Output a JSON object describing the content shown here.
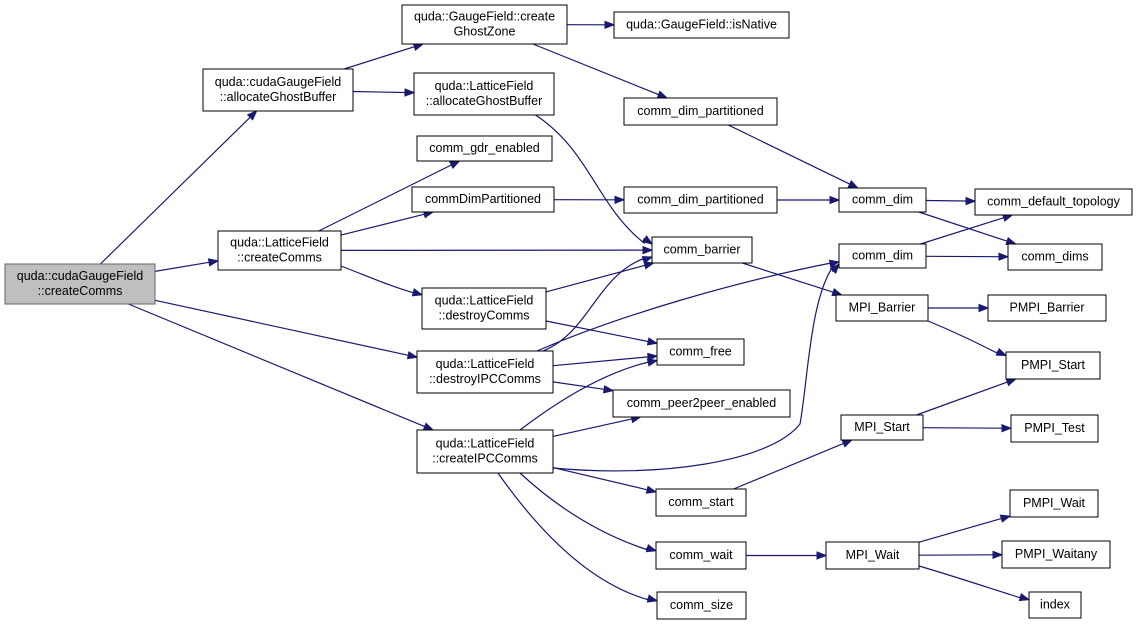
{
  "graph": {
    "colors": {
      "edge": "#191970",
      "node_border": "#000000",
      "root_fill": "#bfbfbf",
      "root_border": "#666666",
      "node_fill": "#ffffff"
    },
    "nodes": {
      "root": [
        "quda::cudaGaugeField",
        "::createComms"
      ],
      "cgf_alloc": [
        "quda::cudaGaugeField",
        "::allocateGhostBuffer"
      ],
      "gf_create_ghost": [
        "quda::GaugeField::create",
        "GhostZone"
      ],
      "gf_isnative": [
        "quda::GaugeField::isNative"
      ],
      "lf_alloc": [
        "quda::LatticeField",
        "::allocateGhostBuffer"
      ],
      "cdp1": [
        "comm_dim_partitioned"
      ],
      "gdr": [
        "comm_gdr_enabled"
      ],
      "cdp_pub": [
        "commDimPartitioned"
      ],
      "cdp2": [
        "comm_dim_partitioned"
      ],
      "lf_create": [
        "quda::LatticeField",
        "::createComms"
      ],
      "comm_dim1": [
        "comm_dim"
      ],
      "default_topo": [
        "comm_default_topology"
      ],
      "barrier": [
        "comm_barrier"
      ],
      "comm_dim2": [
        "comm_dim"
      ],
      "comm_dims": [
        "comm_dims"
      ],
      "lf_destroy": [
        "quda::LatticeField",
        "::destroyComms"
      ],
      "mpi_barrier": [
        "MPI_Barrier"
      ],
      "pmpi_barrier": [
        "PMPI_Barrier"
      ],
      "comm_free": [
        "comm_free"
      ],
      "lf_destroy_ipc": [
        "quda::LatticeField",
        "::destroyIPCComms"
      ],
      "pmpi_start": [
        "PMPI_Start"
      ],
      "p2p": [
        "comm_peer2peer_enabled"
      ],
      "mpi_start": [
        "MPI_Start"
      ],
      "pmpi_test": [
        "PMPI_Test"
      ],
      "lf_create_ipc": [
        "quda::LatticeField",
        "::createIPCComms"
      ],
      "comm_start": [
        "comm_start"
      ],
      "pmpi_wait": [
        "PMPI_Wait"
      ],
      "comm_wait": [
        "comm_wait"
      ],
      "mpi_wait": [
        "MPI_Wait"
      ],
      "pmpi_waitany": [
        "PMPI_Waitany"
      ],
      "index": [
        "index"
      ],
      "comm_size": [
        "comm_size"
      ]
    },
    "edges": [
      [
        "root",
        "cgf_alloc"
      ],
      [
        "root",
        "lf_create"
      ],
      [
        "root",
        "lf_destroy_ipc"
      ],
      [
        "root",
        "lf_create_ipc"
      ],
      [
        "cgf_alloc",
        "gf_create_ghost"
      ],
      [
        "cgf_alloc",
        "lf_alloc"
      ],
      [
        "gf_create_ghost",
        "gf_isnative"
      ],
      [
        "gf_create_ghost",
        "cdp1"
      ],
      [
        "lf_alloc",
        "barrier"
      ],
      [
        "cdp1",
        "comm_dim1"
      ],
      [
        "lf_create",
        "gdr"
      ],
      [
        "lf_create",
        "cdp_pub"
      ],
      [
        "lf_create",
        "barrier"
      ],
      [
        "lf_create",
        "lf_destroy"
      ],
      [
        "cdp_pub",
        "cdp2"
      ],
      [
        "cdp2",
        "comm_dim1"
      ],
      [
        "comm_dim1",
        "default_topo"
      ],
      [
        "comm_dim1",
        "comm_dims"
      ],
      [
        "barrier",
        "mpi_barrier"
      ],
      [
        "comm_dim2",
        "default_topo"
      ],
      [
        "comm_dim2",
        "comm_dims"
      ],
      [
        "lf_destroy",
        "barrier"
      ],
      [
        "lf_destroy",
        "comm_free"
      ],
      [
        "mpi_barrier",
        "pmpi_barrier"
      ],
      [
        "mpi_barrier",
        "pmpi_start"
      ],
      [
        "lf_destroy_ipc",
        "comm_dim2"
      ],
      [
        "lf_destroy_ipc",
        "barrier"
      ],
      [
        "lf_destroy_ipc",
        "comm_free"
      ],
      [
        "lf_destroy_ipc",
        "p2p"
      ],
      [
        "mpi_start",
        "pmpi_start"
      ],
      [
        "mpi_start",
        "pmpi_test"
      ],
      [
        "lf_create_ipc",
        "comm_dim2"
      ],
      [
        "lf_create_ipc",
        "comm_free"
      ],
      [
        "lf_create_ipc",
        "p2p"
      ],
      [
        "lf_create_ipc",
        "comm_start"
      ],
      [
        "lf_create_ipc",
        "comm_wait"
      ],
      [
        "lf_create_ipc",
        "comm_size"
      ],
      [
        "comm_start",
        "mpi_start"
      ],
      [
        "comm_wait",
        "mpi_wait"
      ],
      [
        "mpi_wait",
        "pmpi_wait"
      ],
      [
        "mpi_wait",
        "pmpi_waitany"
      ],
      [
        "mpi_wait",
        "index"
      ]
    ]
  }
}
